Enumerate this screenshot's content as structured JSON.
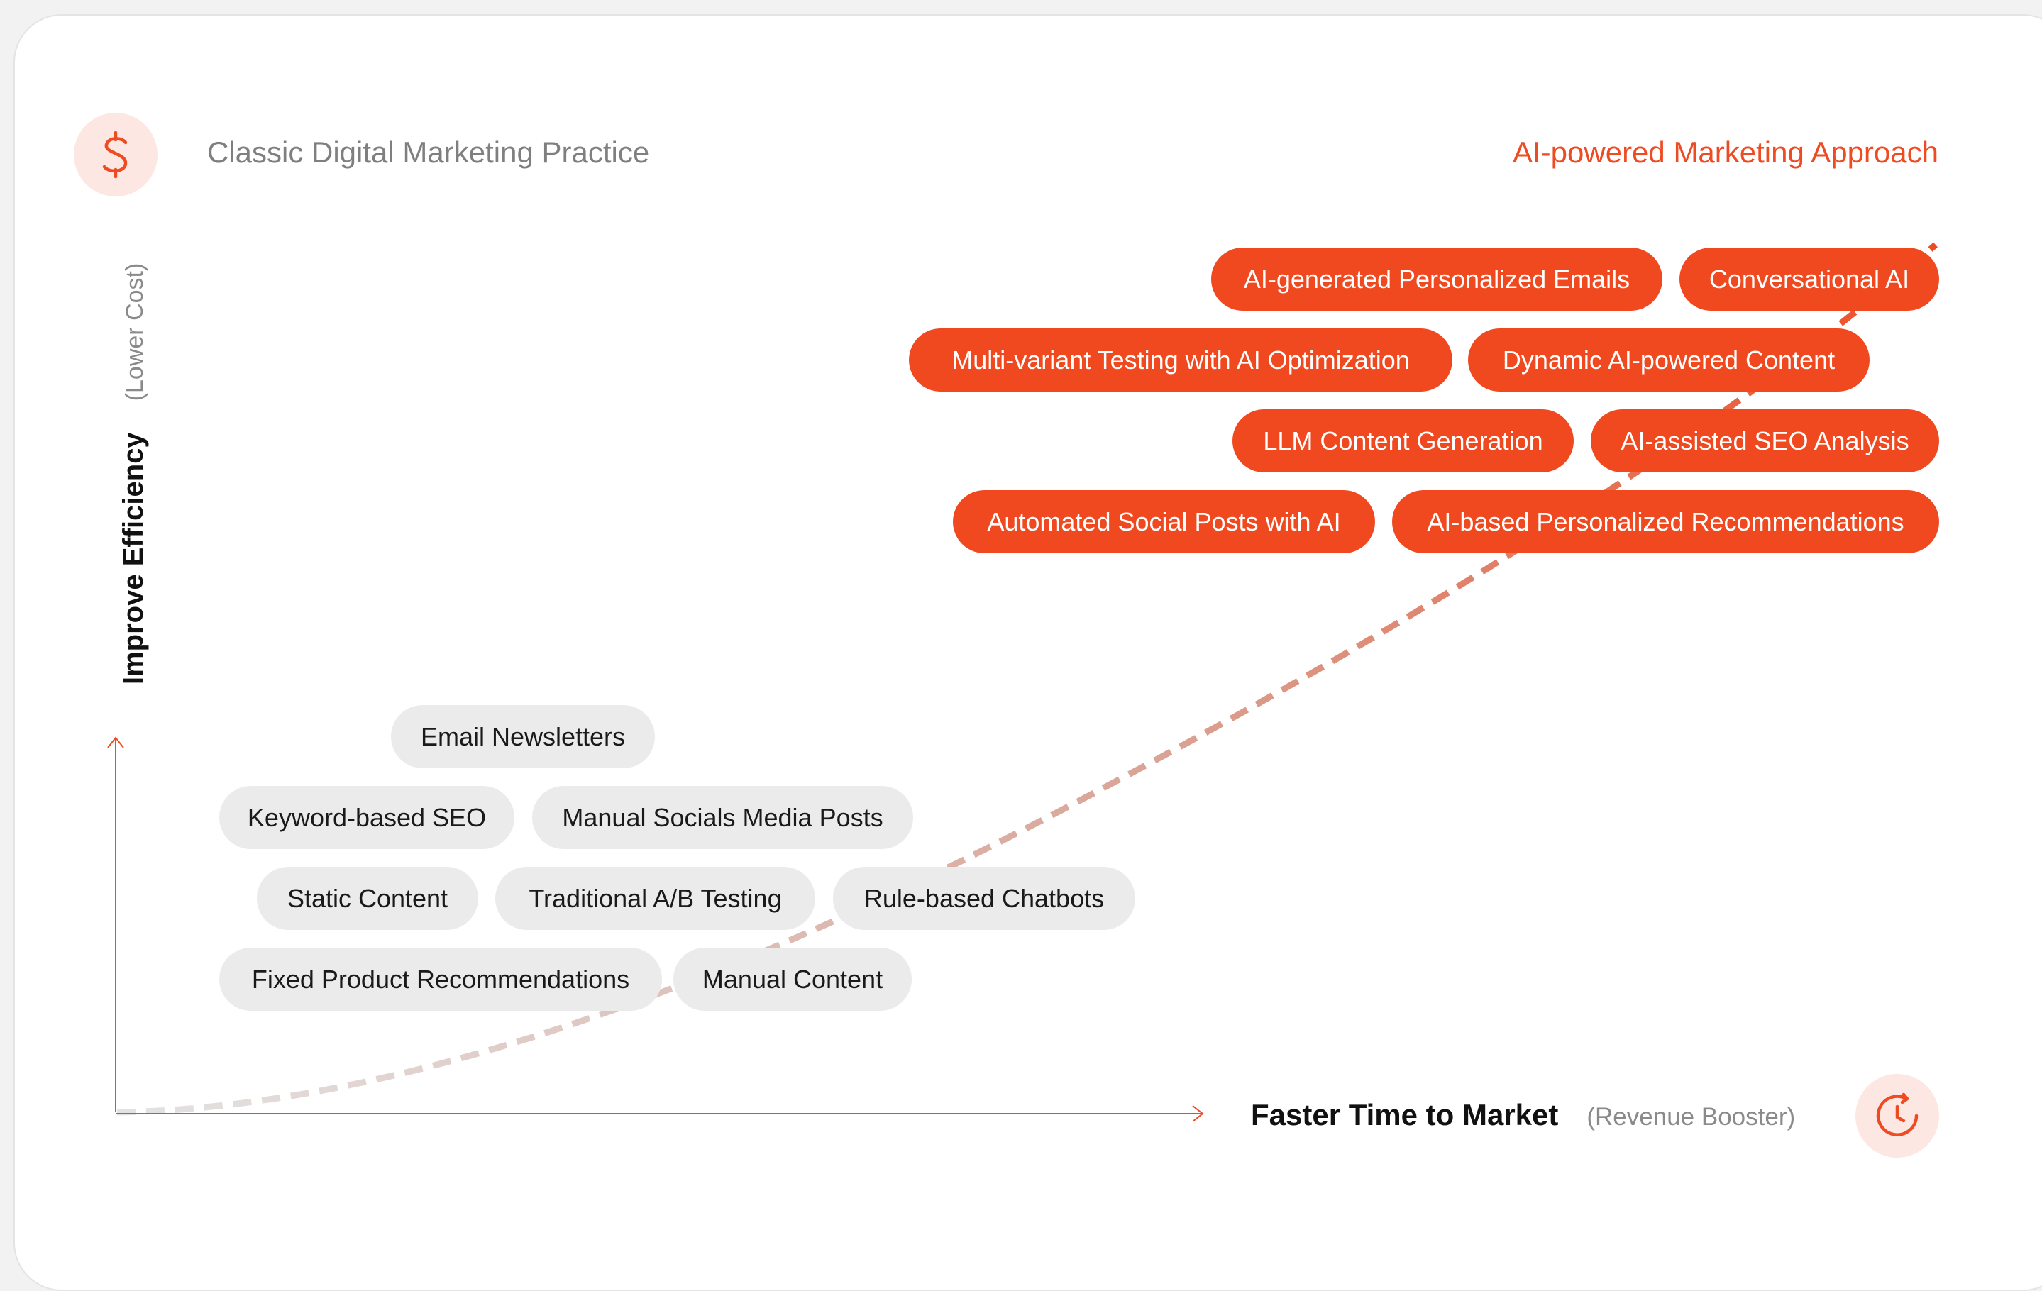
{
  "header": {
    "left_title": "Classic Digital Marketing Practice",
    "right_title": "AI-powered Marketing Approach"
  },
  "axes": {
    "y_label": "Improve Efficiency",
    "y_sublabel": "(Lower Cost)",
    "x_label": "Faster Time to Market",
    "x_sublabel": "(Revenue Booster)"
  },
  "icons": {
    "top_left": "dollar-icon",
    "bottom_right": "clock-icon"
  },
  "colors": {
    "accent": "#f1491f",
    "accent_soft": "#fde7e2",
    "classic_pill": "#ebebeb"
  },
  "ai_items": [
    "AI-generated Personalized Emails",
    "Conversational AI",
    "Multi-variant Testing with AI Optimization",
    "Dynamic AI-powered Content",
    "LLM Content Generation",
    "AI-assisted SEO Analysis",
    "Automated Social Posts with AI",
    "AI-based Personalized Recommendations"
  ],
  "classic_items": [
    "Email Newsletters",
    "Keyword-based SEO",
    "Manual Socials Media Posts",
    "Static Content",
    "Traditional A/B Testing",
    "Rule-based Chatbots",
    "Fixed Product Recommendations",
    "Manual Content"
  ]
}
